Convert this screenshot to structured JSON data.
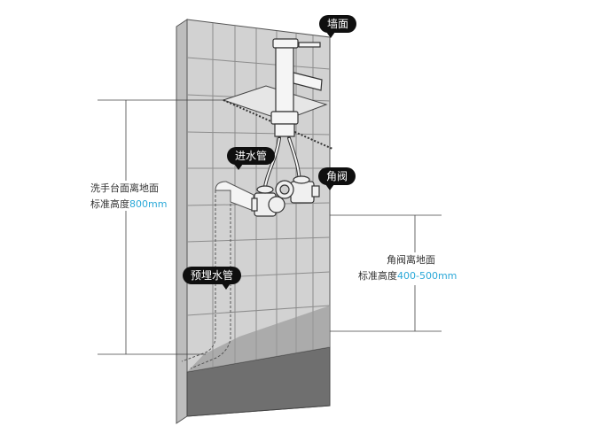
{
  "callouts": {
    "wall": "墙面",
    "inlet_pipe": "进水管",
    "angle_valve": "角阀",
    "buried_pipe": "预埋水管"
  },
  "measure_basin": {
    "line1": "洗手台面离地面",
    "line2_prefix": "标准高度",
    "value": "800mm"
  },
  "measure_valve": {
    "line1": "角阀离地面",
    "line2_prefix": "标准高度",
    "value": "400-500mm"
  },
  "colors": {
    "accent": "#2aa8d8",
    "wall_tile": "#d2d2d2",
    "wall_edge": "#bdbdbd",
    "floor": "#6f6f6f",
    "callout_bg": "#0f0f0f"
  }
}
